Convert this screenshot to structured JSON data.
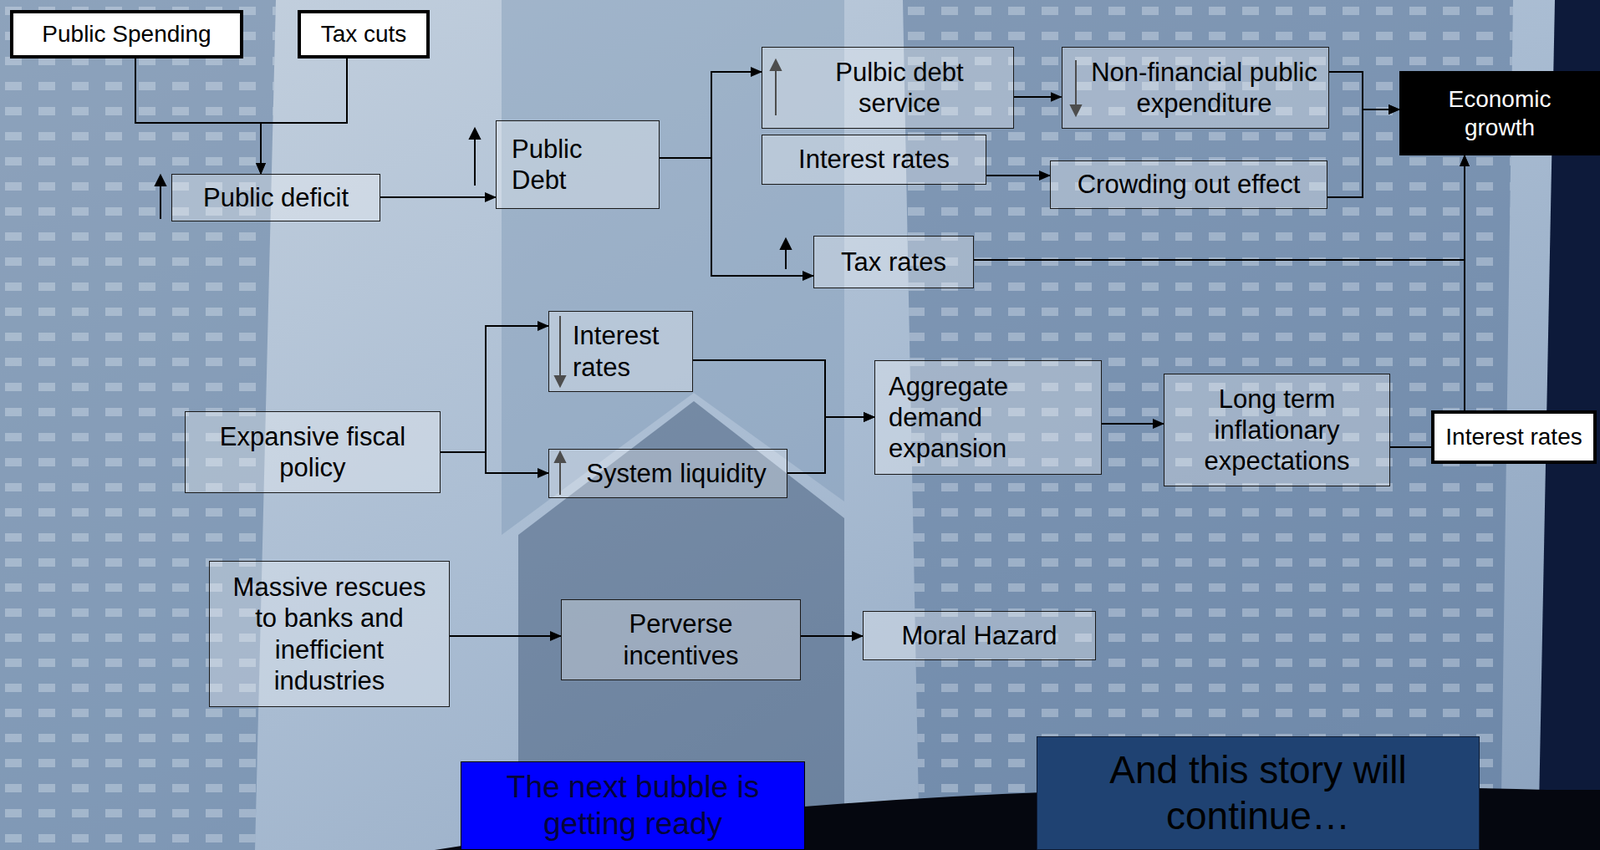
{
  "diagram": {
    "nodes": [
      {
        "text": [
          "Public Spending"
        ]
      },
      {
        "text": [
          "Tax cuts"
        ]
      },
      {
        "text": [
          "Public deficit"
        ]
      },
      {
        "text": [
          "Public Debt"
        ]
      },
      {
        "text": [
          "Pulbic debt service"
        ]
      },
      {
        "text": [
          "Non-financial public expenditure"
        ]
      },
      {
        "text": [
          "Economic growth"
        ]
      },
      {
        "text": [
          "Interest rates"
        ]
      },
      {
        "text": [
          "Crowding out effect"
        ]
      },
      {
        "text": [
          "Tax rates"
        ]
      },
      {
        "text": [
          "Interest rates"
        ]
      },
      {
        "text": [
          "Expansive fiscal policy"
        ]
      },
      {
        "text": [
          "System liquidity"
        ]
      },
      {
        "text": [
          "Aggregate demand expansion"
        ]
      },
      {
        "text": [
          "Long term inflationary expectations"
        ]
      },
      {
        "text": [
          "Interest rates"
        ]
      },
      {
        "text": [
          "Massive rescues to banks and inefficient industries"
        ]
      },
      {
        "text": [
          "Perverse incentives"
        ]
      },
      {
        "text": [
          "Moral Hazard"
        ]
      },
      {
        "text": [
          "The next bubble is getting ready"
        ]
      },
      {
        "text": [
          "And this story will continue…"
        ]
      }
    ],
    "edges": [
      {
        "from": 0,
        "to": 2,
        "arrow": "to"
      },
      {
        "from": 1,
        "to": 2,
        "arrow": "to"
      },
      {
        "from": 2,
        "to": 3,
        "arrow": "to"
      },
      {
        "from": 3,
        "to": 4,
        "arrow": "to"
      },
      {
        "from": 3,
        "to": 9,
        "arrow": "to"
      },
      {
        "from": 4,
        "to": 5,
        "arrow": "to"
      },
      {
        "from": 7,
        "to": 8,
        "arrow": "to"
      },
      {
        "from": 5,
        "to": 6,
        "arrow": "to"
      },
      {
        "from": 8,
        "to": 6,
        "arrow": "to"
      },
      {
        "from": 9,
        "to": 6,
        "arrow": "to"
      },
      {
        "from": 15,
        "to": 6,
        "arrow": "to"
      },
      {
        "from": 14,
        "to": 15,
        "arrow": "none"
      },
      {
        "from": 11,
        "to": 10,
        "arrow": "to"
      },
      {
        "from": 11,
        "to": 12,
        "arrow": "to"
      },
      {
        "from": 10,
        "to": 13,
        "arrow": "to"
      },
      {
        "from": 12,
        "to": 13,
        "arrow": "to"
      },
      {
        "from": 13,
        "to": 14,
        "arrow": "to"
      },
      {
        "from": 16,
        "to": 17,
        "arrow": "to"
      },
      {
        "from": 17,
        "to": 18,
        "arrow": "to"
      }
    ]
  }
}
